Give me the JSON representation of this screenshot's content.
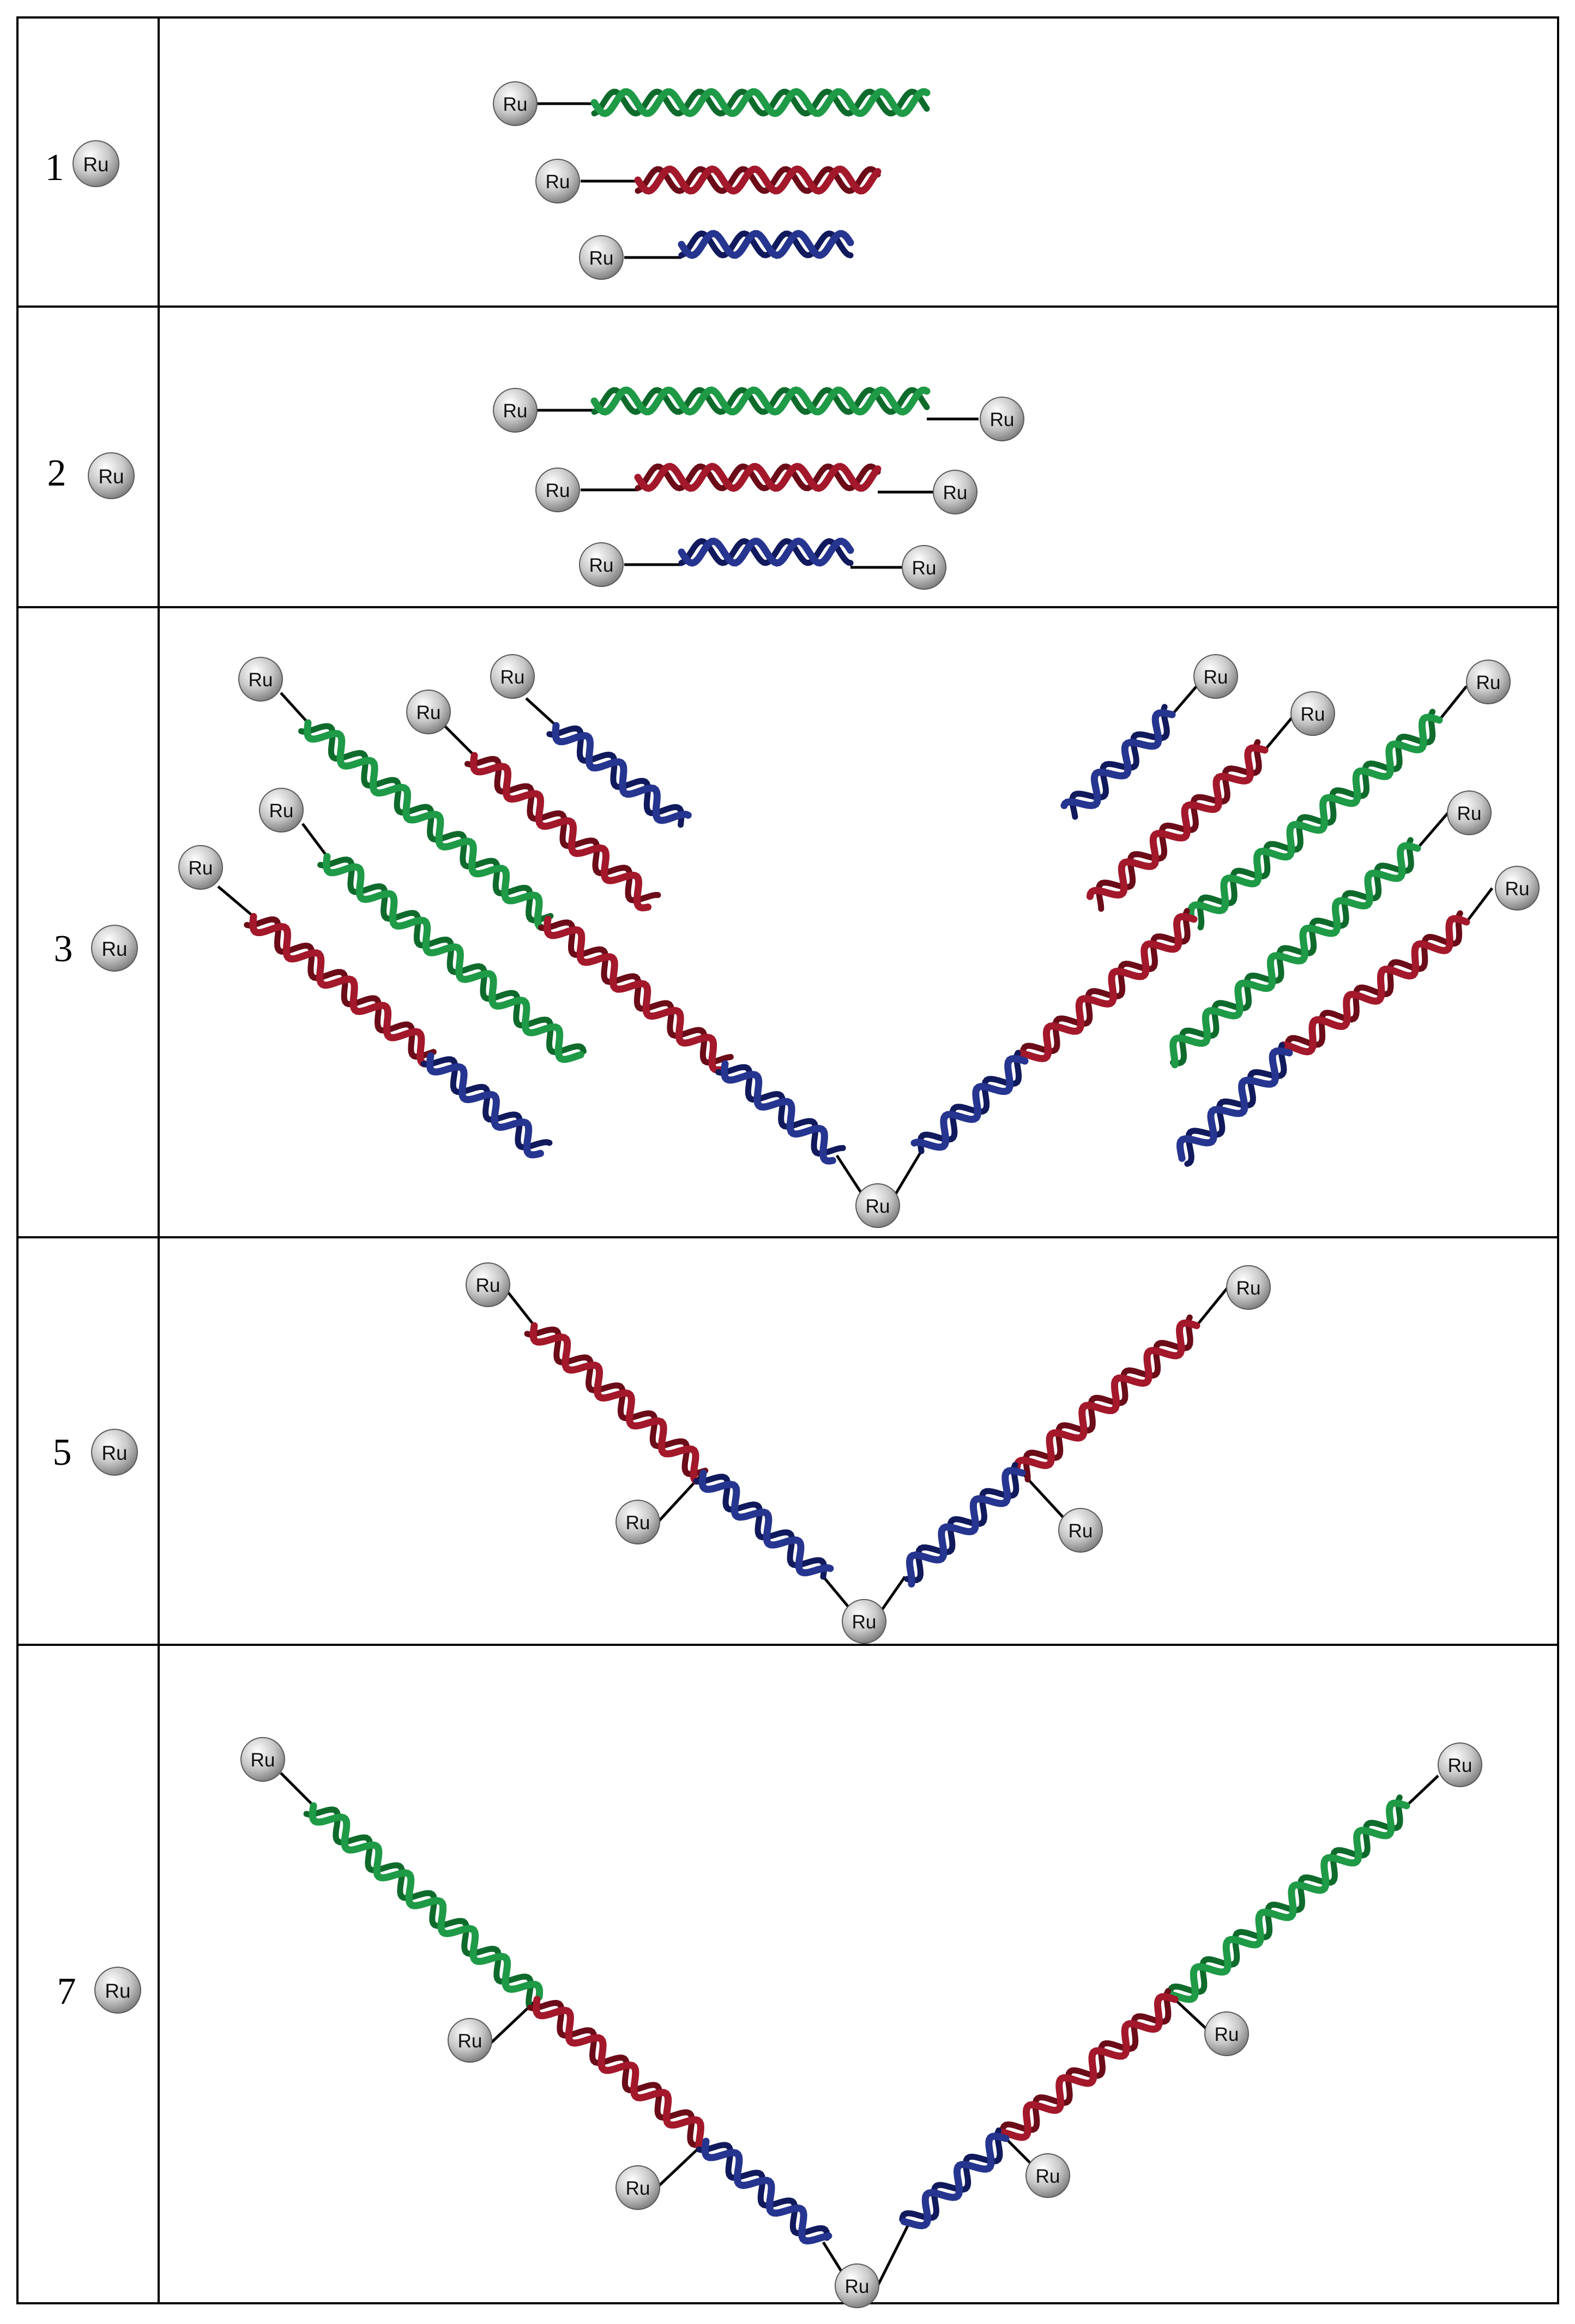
{
  "ru_label": "Ru",
  "colors": {
    "green": "#1f9a47",
    "green_dark": "#0f6b2c",
    "red": "#a3182b",
    "red_dark": "#6b0c18",
    "blue": "#26358f",
    "blue_dark": "#111a5c",
    "border": "#000000",
    "sphere_light": "#ffffff",
    "sphere_mid": "#c8c8c8",
    "sphere_dark": "#7a7a7a"
  },
  "rows": [
    {
      "id": "row-1",
      "number": "1",
      "ru_label": "Ru",
      "description_components": [
        "Ru-green duplex",
        "Ru-red duplex",
        "Ru-blue duplex"
      ]
    },
    {
      "id": "row-2",
      "number": "2",
      "ru_label": "Ru"
    },
    {
      "id": "row-3",
      "number": "3",
      "ru_label": "Ru"
    },
    {
      "id": "row-4",
      "number": "5",
      "ru_label": "Ru"
    },
    {
      "id": "row-5",
      "number": "7",
      "ru_label": "Ru"
    }
  ]
}
